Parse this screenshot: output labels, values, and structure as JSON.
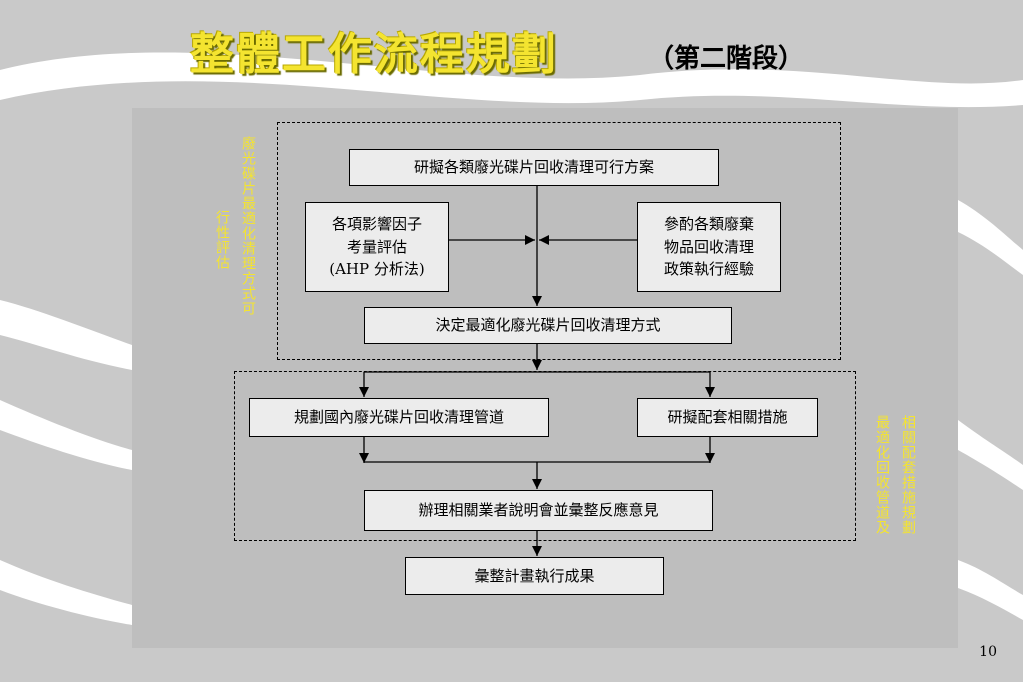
{
  "slide": {
    "title": "整體工作流程規劃",
    "subtitle": "（第二階段）",
    "page_number": "10"
  },
  "labels": {
    "left_col1": "廢光碟片最適化清理方式可",
    "left_col2": "行性評估",
    "right_col1": "相關配套措施規劃",
    "right_col2": "最適化回收管道及"
  },
  "boxes": {
    "plan_study": "研擬各類廢光碟片回收清理可行方案",
    "factors": [
      "各項影響因子",
      "考量評估",
      "(AHP 分析法)"
    ],
    "policies": [
      "參酌各類廢棄",
      "物品回收清理",
      "政策執行經驗"
    ],
    "decide": "決定最適化廢光碟片回收清理方式",
    "domestic_channel": "規劃國內廢光碟片回收清理管道",
    "supporting": "研擬配套相關措施",
    "briefing": "辦理相關業者說明會並彙整反應意見",
    "results": "彙整計畫執行成果"
  },
  "colors": {
    "accent_yellow": "#f4e430",
    "panel_gray": "#bebebe",
    "box_fill": "#ececec"
  }
}
